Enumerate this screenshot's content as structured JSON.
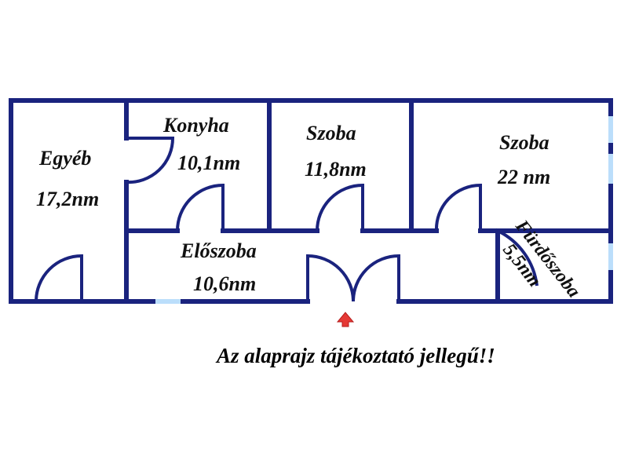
{
  "rooms": {
    "egyeb": {
      "name": "Egyéb",
      "area": "17,2nm"
    },
    "konyha": {
      "name": "Konyha",
      "area": "10,1nm"
    },
    "szoba1": {
      "name": "Szoba",
      "area": "11,8nm"
    },
    "szoba2": {
      "name": "Szoba",
      "area": "22 nm"
    },
    "eloszoba": {
      "name": "Előszoba",
      "area": "10,6nm"
    },
    "furdoszoba": {
      "name": "Fürdőszoba",
      "area": "5,5nm"
    }
  },
  "note": "Az alaprajz tájékoztató jellegű!!",
  "colors": {
    "wall": "#1a237e",
    "window": "#bbdefb",
    "entrance_arrow": "#e53935",
    "text": "#111111"
  },
  "icons": {
    "entrance": "up-arrow-icon"
  }
}
